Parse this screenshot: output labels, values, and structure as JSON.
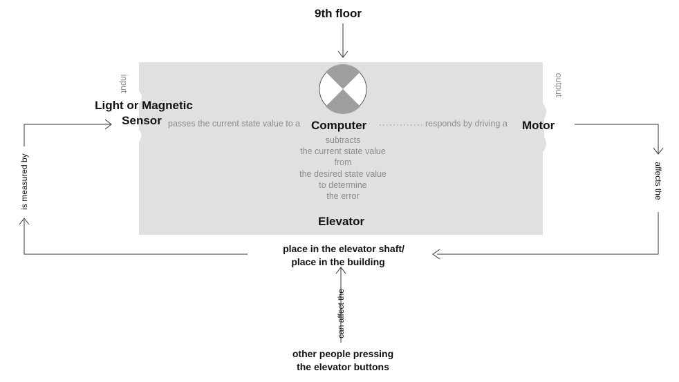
{
  "title": "9th floor",
  "system": {
    "name": "Elevator",
    "input_label": "input",
    "output_label": "output",
    "fill_color": "#dfe0e2"
  },
  "nodes": {
    "sensor": {
      "line1": "Light or Magnetic",
      "line2": "Sensor"
    },
    "computer": "Computer",
    "motor": "Motor",
    "place": {
      "line1": "place in the elevator shaft/",
      "line2": "place in the building"
    },
    "people": {
      "line1": "other people pressing",
      "line2": "the elevator buttons"
    }
  },
  "computer_description": [
    "subtracts",
    "the current state value",
    "from",
    "the desired state value",
    "to determine",
    "the error"
  ],
  "edges": {
    "sensor_to_computer": "passes the current state value to a",
    "computer_to_motor": "responds by driving a",
    "motor_to_place": "affects the",
    "place_to_sensor": "is measured by",
    "people_to_place": "can affect the"
  },
  "icon": "comparator-circle-icon"
}
